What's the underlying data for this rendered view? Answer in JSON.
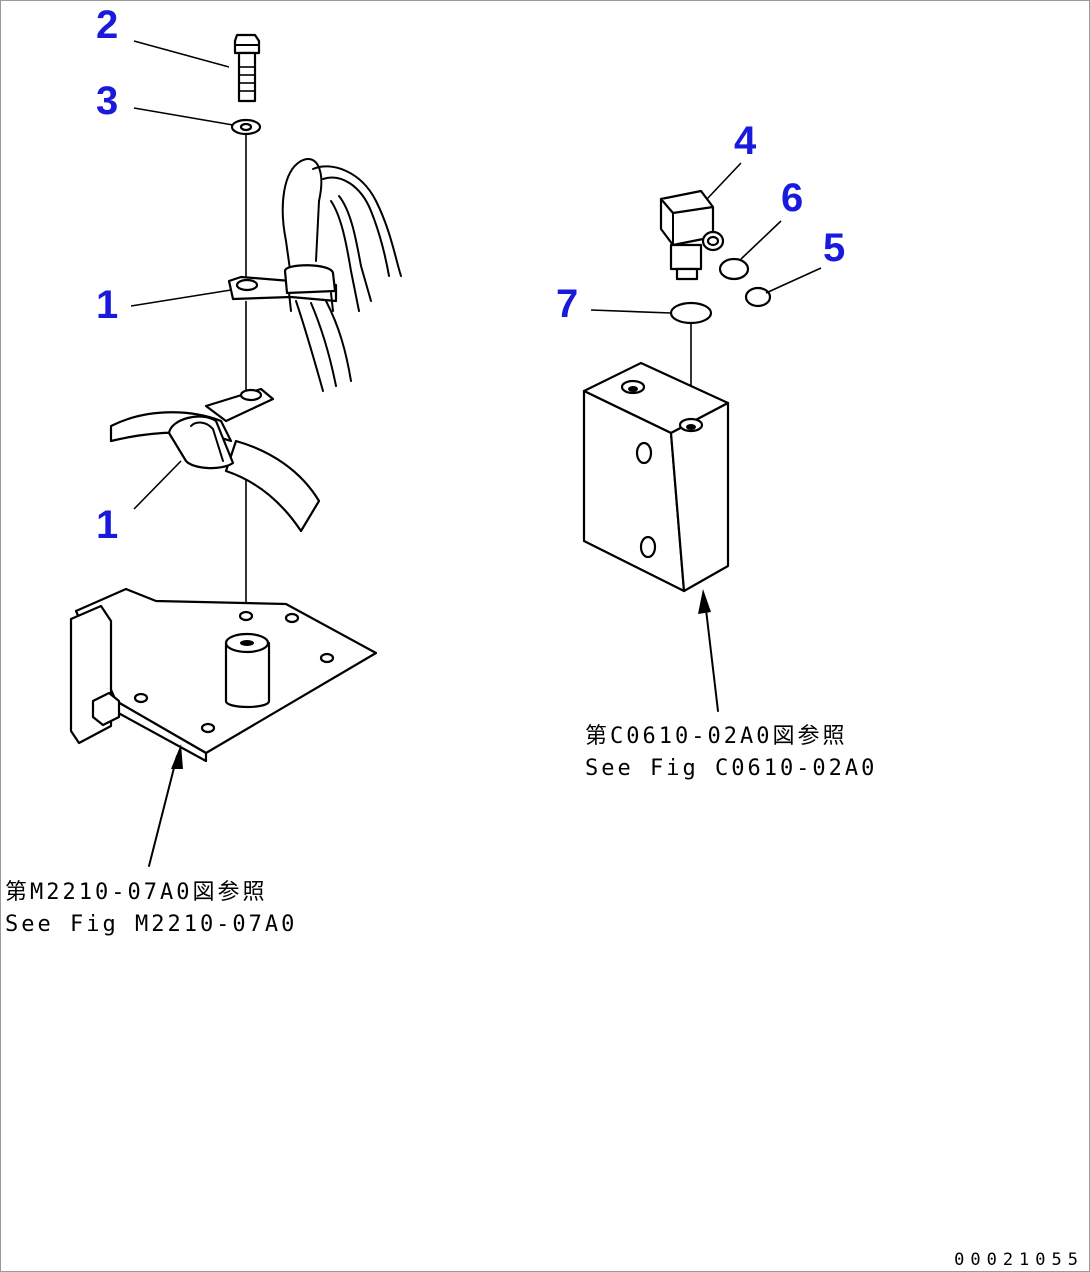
{
  "callouts": {
    "c1a": "1",
    "c1b": "1",
    "c2": "2",
    "c3": "3",
    "c4": "4",
    "c5": "5",
    "c6": "6",
    "c7": "7"
  },
  "references": {
    "left_jp": "第M2210-07A0図参照",
    "left_en": "See Fig M2210-07A0",
    "right_jp": "第C0610-02A0図参照",
    "right_en": "See Fig C0610-02A0"
  },
  "document_number": "00021055",
  "colors": {
    "callout": "#1a1adc",
    "linework": "#000000",
    "background": "#ffffff"
  }
}
